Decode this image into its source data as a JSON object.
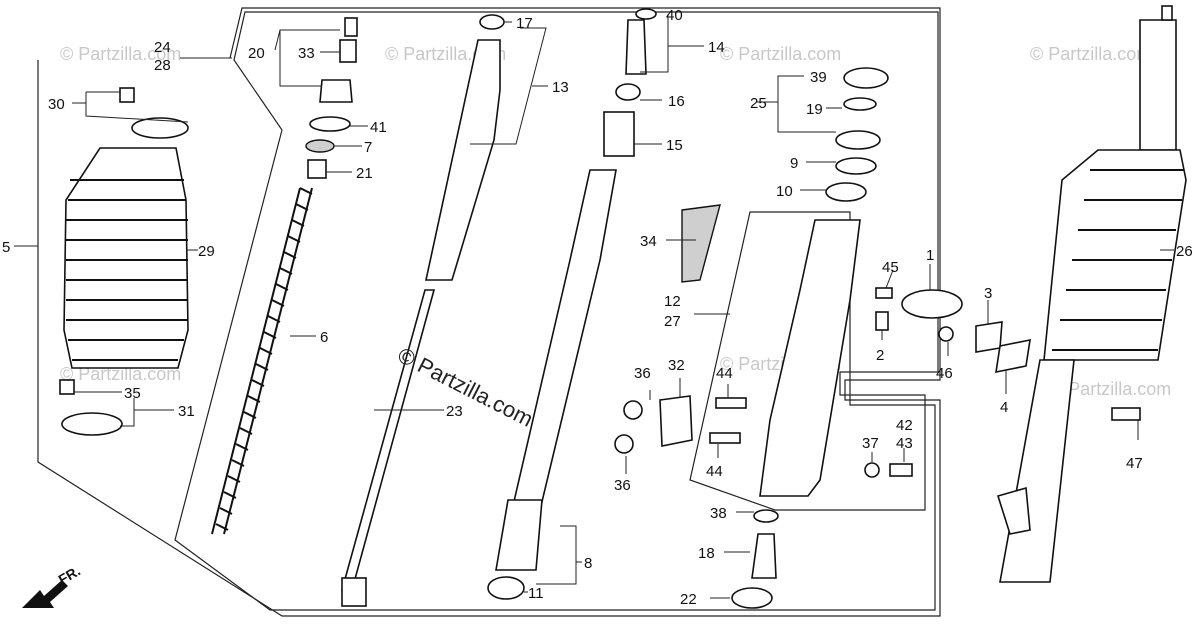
{
  "watermark": {
    "main": "© Partzilla.com",
    "faint": "© Partzilla.com"
  },
  "direction_label": "FR.",
  "callouts": [
    {
      "id": "c24",
      "text": "24"
    },
    {
      "id": "c28",
      "text": "28"
    },
    {
      "id": "c20",
      "text": "20"
    },
    {
      "id": "c33",
      "text": "33"
    },
    {
      "id": "c30",
      "text": "30"
    },
    {
      "id": "c5",
      "text": "5"
    },
    {
      "id": "c29",
      "text": "29"
    },
    {
      "id": "c41",
      "text": "41"
    },
    {
      "id": "c7",
      "text": "7"
    },
    {
      "id": "c21",
      "text": "21"
    },
    {
      "id": "c6",
      "text": "6"
    },
    {
      "id": "c35",
      "text": "35"
    },
    {
      "id": "c31",
      "text": "31"
    },
    {
      "id": "c23",
      "text": "23"
    },
    {
      "id": "c17",
      "text": "17"
    },
    {
      "id": "c13",
      "text": "13"
    },
    {
      "id": "c40",
      "text": "40"
    },
    {
      "id": "c14",
      "text": "14"
    },
    {
      "id": "c16",
      "text": "16"
    },
    {
      "id": "c15",
      "text": "15"
    },
    {
      "id": "c34",
      "text": "34"
    },
    {
      "id": "c12",
      "text": "12"
    },
    {
      "id": "c27",
      "text": "27"
    },
    {
      "id": "c36a",
      "text": "36"
    },
    {
      "id": "c32",
      "text": "32"
    },
    {
      "id": "c36b",
      "text": "36"
    },
    {
      "id": "c44a",
      "text": "44"
    },
    {
      "id": "c44b",
      "text": "44"
    },
    {
      "id": "c8",
      "text": "8"
    },
    {
      "id": "c11",
      "text": "11"
    },
    {
      "id": "c39",
      "text": "39"
    },
    {
      "id": "c25",
      "text": "25"
    },
    {
      "id": "c19",
      "text": "19"
    },
    {
      "id": "c9",
      "text": "9"
    },
    {
      "id": "c10",
      "text": "10"
    },
    {
      "id": "c45",
      "text": "45"
    },
    {
      "id": "c1",
      "text": "1"
    },
    {
      "id": "c3",
      "text": "3"
    },
    {
      "id": "c2",
      "text": "2"
    },
    {
      "id": "c46",
      "text": "46"
    },
    {
      "id": "c4",
      "text": "4"
    },
    {
      "id": "c42",
      "text": "42"
    },
    {
      "id": "c43",
      "text": "43"
    },
    {
      "id": "c37",
      "text": "37"
    },
    {
      "id": "c38",
      "text": "38"
    },
    {
      "id": "c18",
      "text": "18"
    },
    {
      "id": "c22",
      "text": "22"
    },
    {
      "id": "c26",
      "text": "26"
    },
    {
      "id": "c47",
      "text": "47"
    }
  ]
}
